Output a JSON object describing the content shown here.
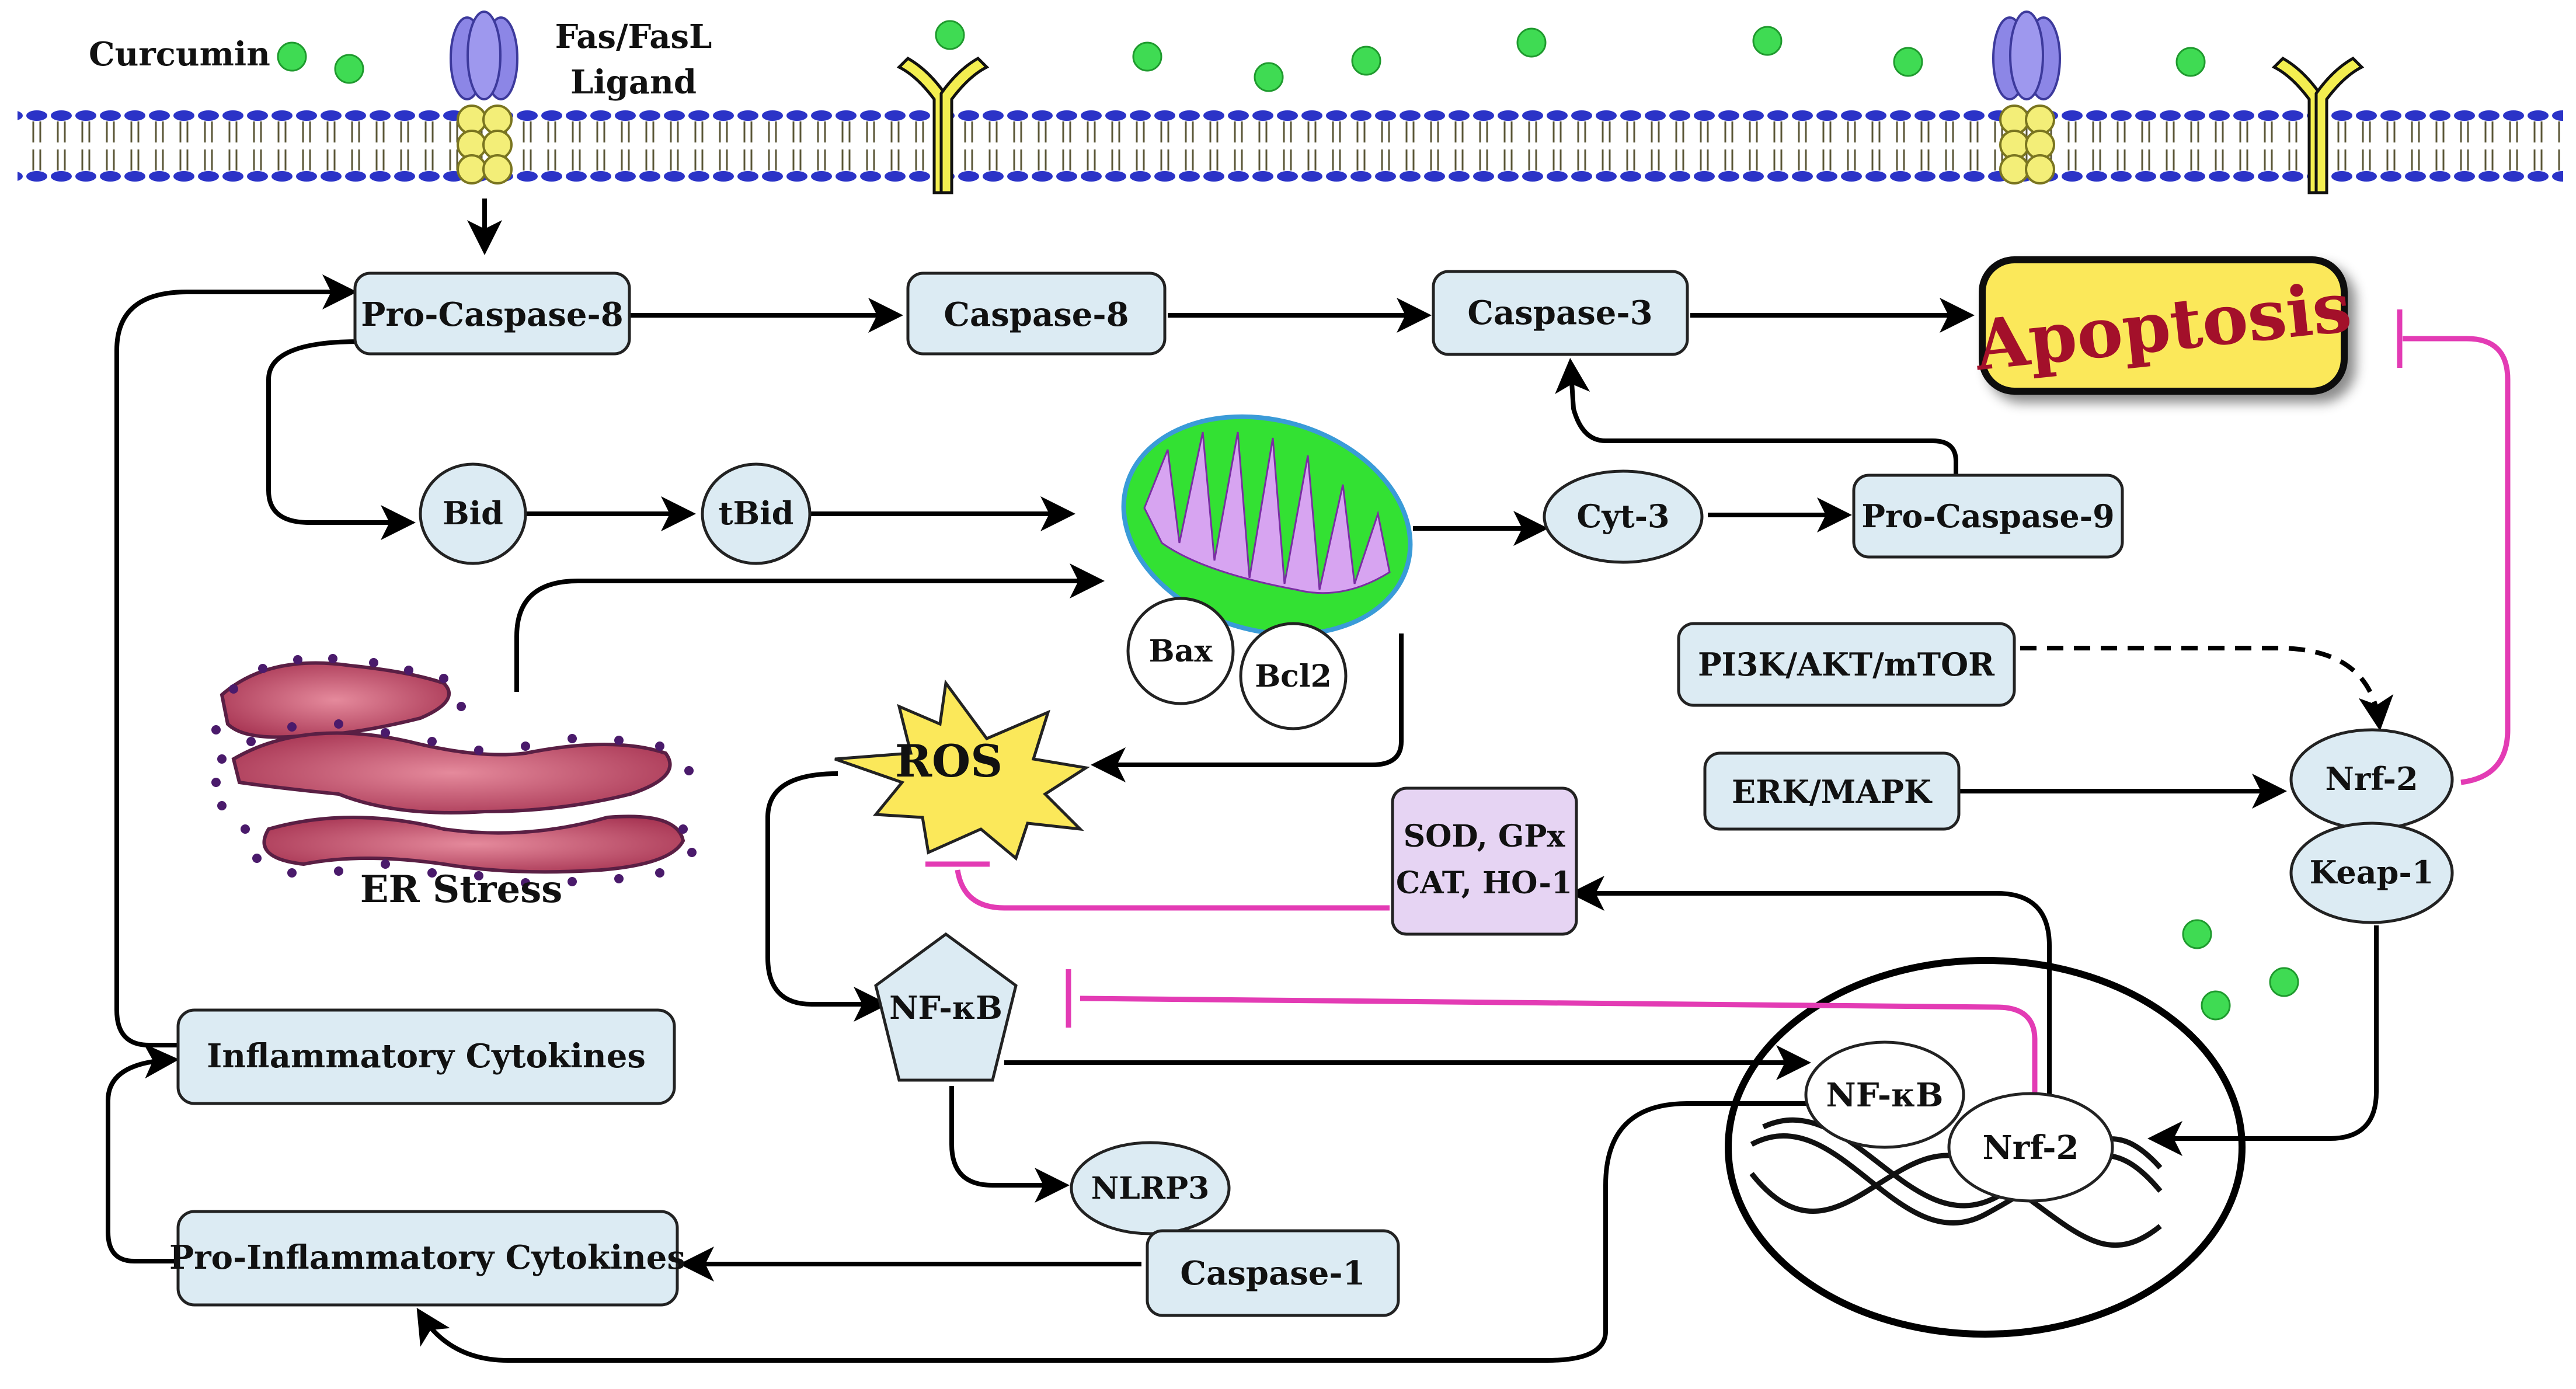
{
  "labels": {
    "curcumin": "Curcumin",
    "fas_line1": "Fas/FasL",
    "fas_line2": "Ligand",
    "pro_caspase_8": "Pro-Caspase-8",
    "caspase_8": "Caspase-8",
    "caspase_3": "Caspase-3",
    "apoptosis": "Apoptosis",
    "bid": "Bid",
    "tbid": "tBid",
    "cyt3": "Cyt-3",
    "pro_caspase_9": "Pro-Caspase-9",
    "bax": "Bax",
    "bcl2": "Bcl2",
    "er_stress": "ER Stress",
    "ros": "ROS",
    "pi3k": "PI3K/AKT/mTOR",
    "erk": "ERK/MAPK",
    "nrf2": "Nrf-2",
    "keap1": "Keap-1",
    "sod_line1": "SOD, GPx",
    "sod_line2": "CAT, HO-1",
    "nfkb": "NF-κB",
    "nfkb_nucleus": "NF-κB",
    "nrf2_nucleus": "Nrf-2",
    "nlrp3": "NLRP3",
    "inflammatory": "Inflammatory Cytokines",
    "pro_inflammatory": "Pro-Inflammatory Cytokines",
    "caspase_1": "Caspase-1"
  },
  "colors": {
    "box_fill": "#dcebf3",
    "inhibition": "#e33bb4",
    "curcumin": "#3fdb53",
    "mito_outer": "#33e133",
    "mito_inner": "#d7a4f1",
    "apoptosis_fill": "#fbe85a",
    "apoptosis_text": "#a3102a",
    "ros_fill": "#fbe85a",
    "sod_fill": "#e6d4f3",
    "membrane_head": "#2b33c7",
    "receptor_purple": "#8c86e6",
    "receptor_yellow": "#f3ee78",
    "er_fill": "#c2546e"
  }
}
